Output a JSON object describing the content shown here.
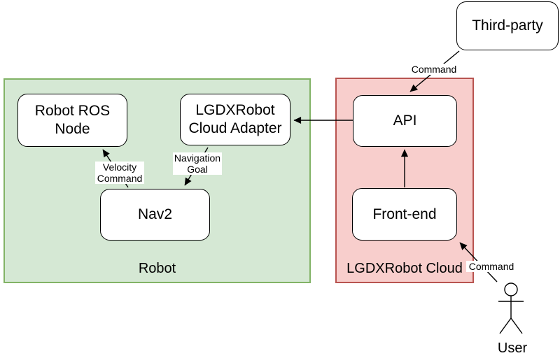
{
  "colors": {
    "robot_container_fill": "#d5e8d4",
    "robot_container_border": "#82b366",
    "cloud_container_fill": "#f8cecc",
    "cloud_container_border": "#b85450",
    "node_fill": "#ffffff",
    "node_border": "#000000",
    "edge_color": "#000000"
  },
  "nodes": {
    "third_party": {
      "label": "Third-party"
    },
    "robot_ros_node": {
      "line1": "Robot ROS",
      "line2": "Node"
    },
    "cloud_adapter": {
      "line1": "LGDXRobot",
      "line2": "Cloud Adapter"
    },
    "nav2": {
      "label": "Nav2"
    },
    "api": {
      "label": "API"
    },
    "front_end": {
      "label": "Front-end"
    }
  },
  "containers": {
    "robot": {
      "label": "Robot"
    },
    "cloud": {
      "label": "LGDXRobot Cloud"
    }
  },
  "edge_labels": {
    "third_party_command": "Command",
    "velocity": {
      "line1": "Velocity",
      "line2": "Command"
    },
    "navigation": {
      "line1": "Navigation",
      "line2": "Goal"
    },
    "user_command": "Command"
  },
  "actor": {
    "label": "User"
  }
}
